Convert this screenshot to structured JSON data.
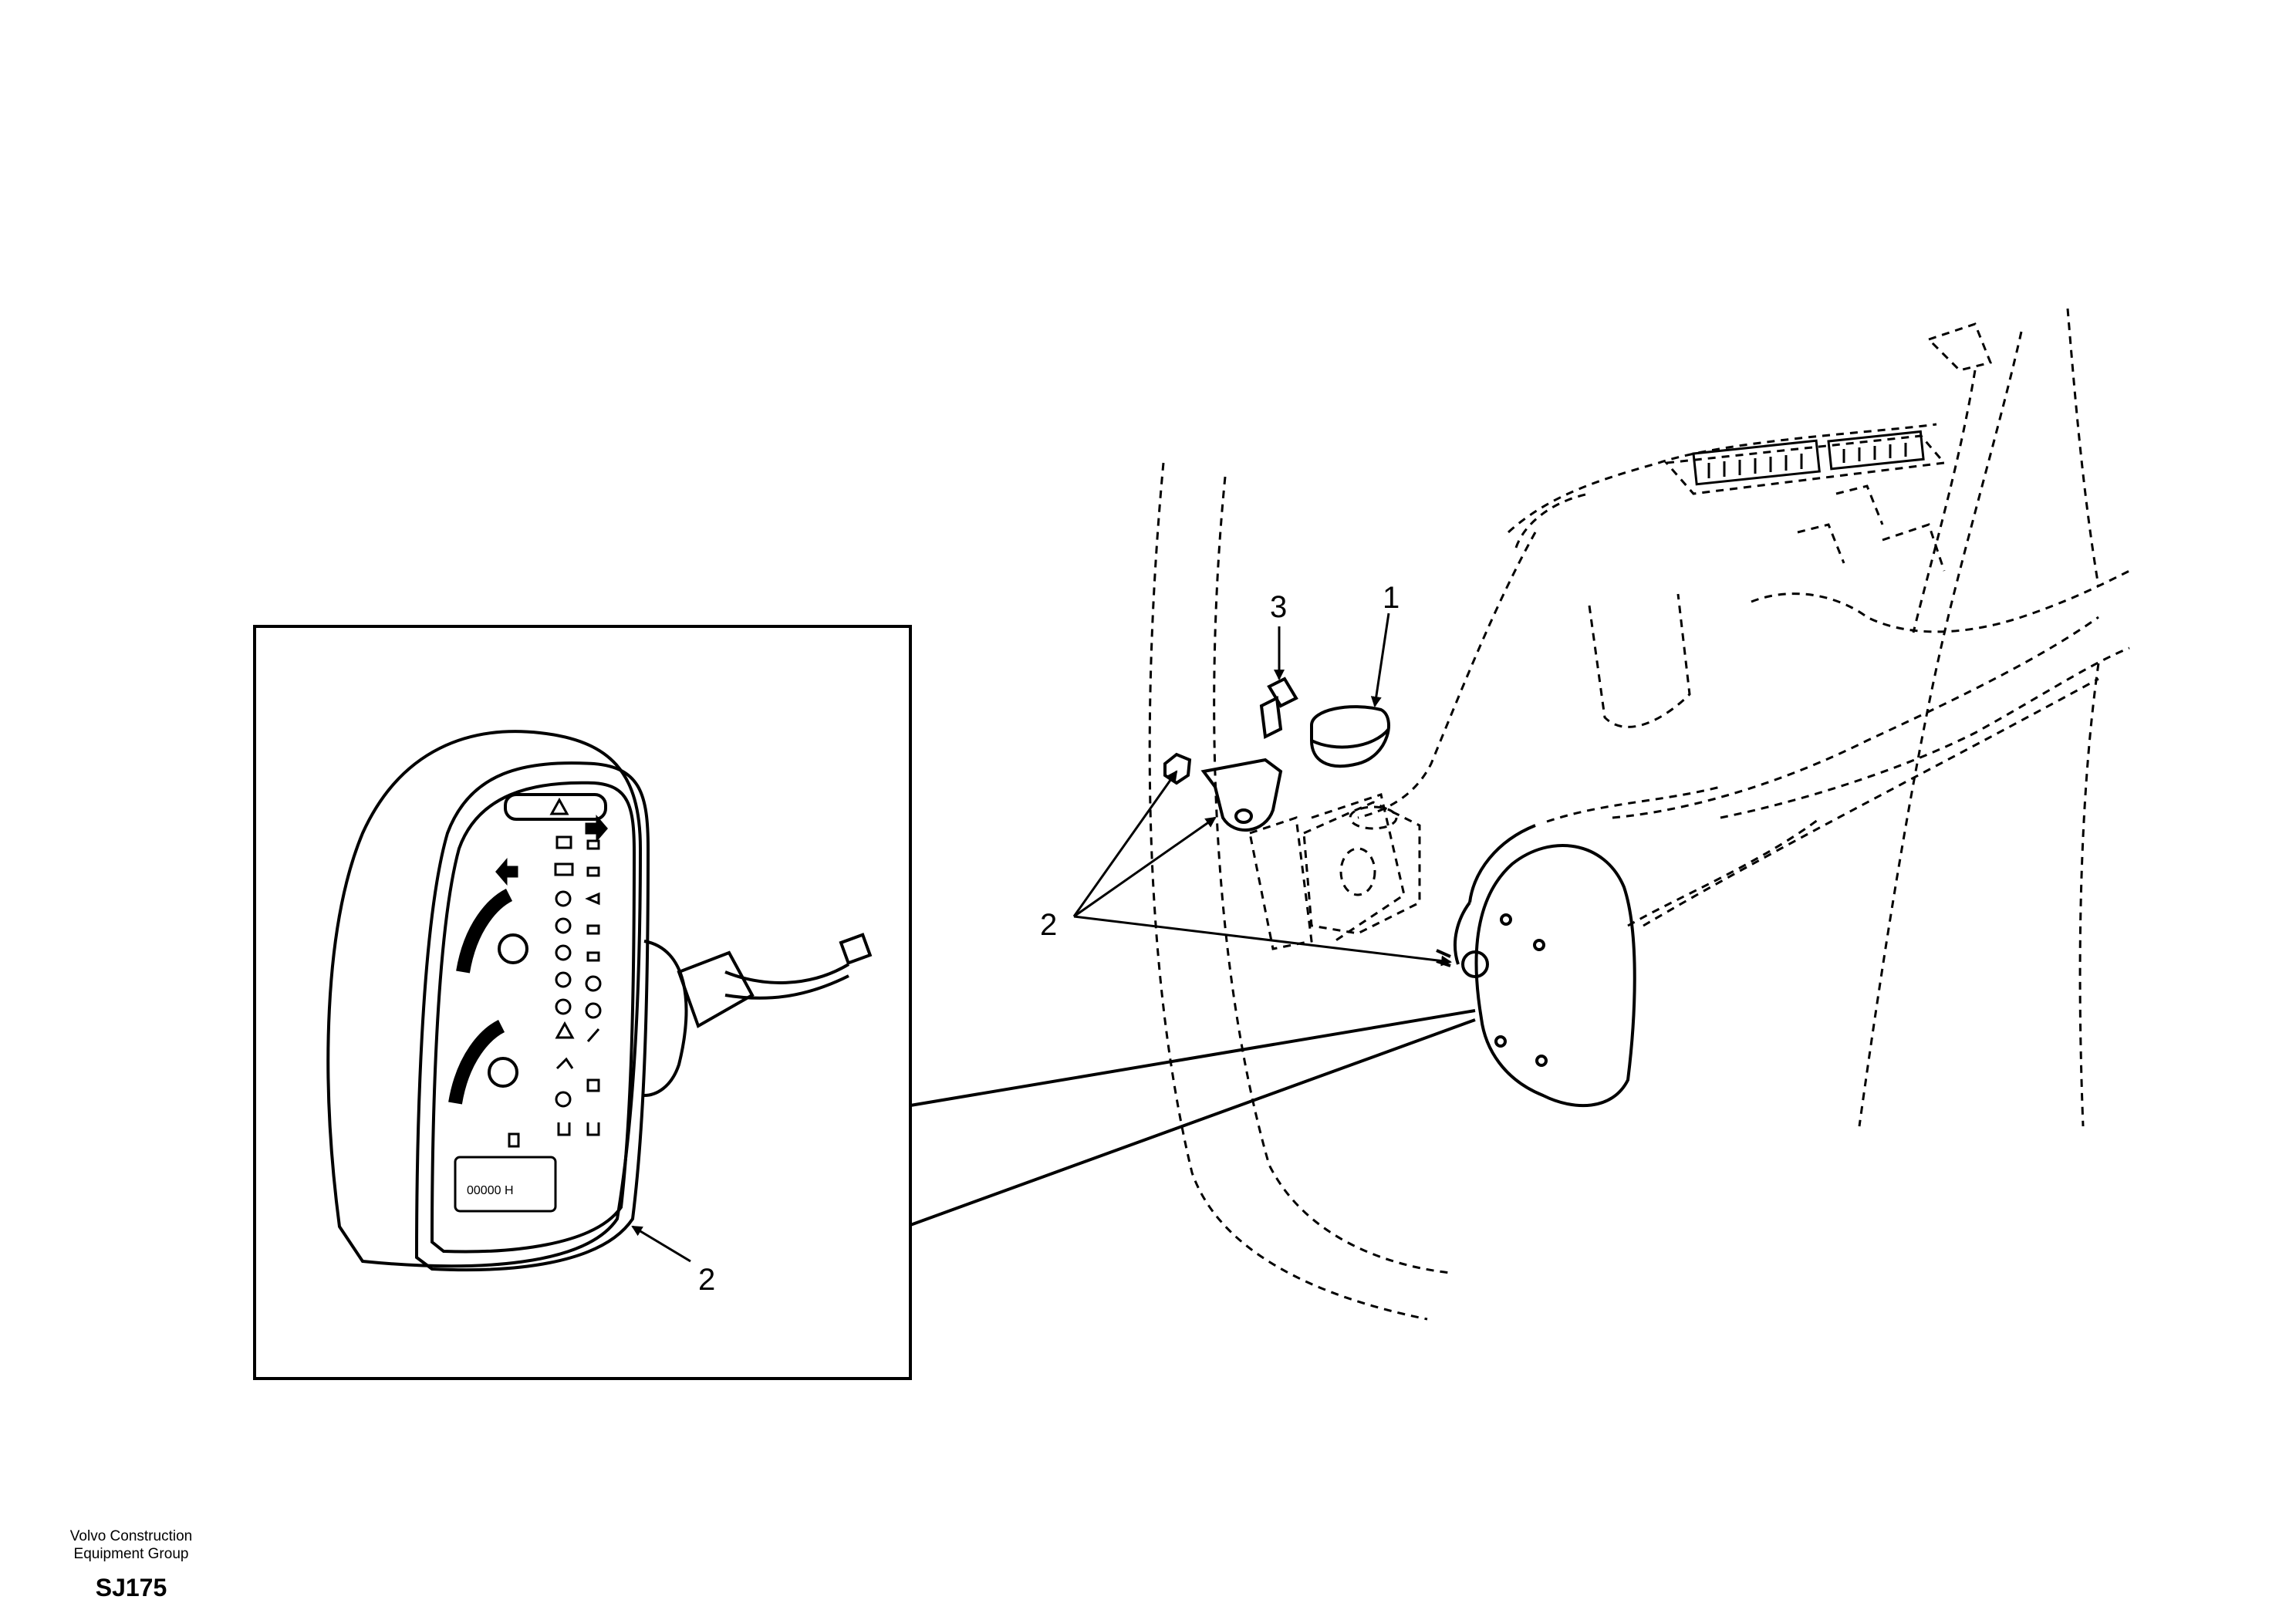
{
  "callouts": {
    "part_1": "1",
    "part_2_group": "2",
    "part_2_inset": "2",
    "part_3": "3"
  },
  "footer": {
    "org_line1": "Volvo Construction",
    "org_line2": "Equipment Group",
    "code": "SJ175"
  },
  "gauge_panel": {
    "hour_counter": "00000 H",
    "icons": [
      "warning-triangle-icon",
      "turn-arrow-left-icon",
      "turn-arrow-right-icon",
      "headlight-icon",
      "battery-icon",
      "oil-pressure-icon",
      "temperature-icon",
      "fuel-icon"
    ]
  }
}
